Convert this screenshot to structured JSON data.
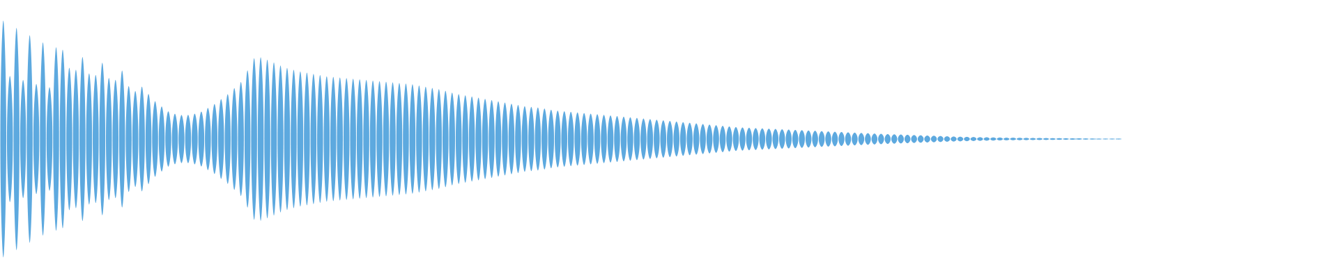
{
  "waveform": {
    "color": "#5DA9DF",
    "background": "#FFFFFF",
    "center_line": 0.5,
    "sample_envelope": [
      0.92,
      0.86,
      0.8,
      0.74,
      0.7,
      0.66,
      0.62,
      0.59,
      0.56,
      0.5,
      0.4,
      0.28,
      0.2,
      0.18,
      0.2,
      0.26,
      0.34,
      0.44,
      0.64,
      0.6,
      0.55,
      0.52,
      0.5,
      0.48,
      0.47,
      0.46,
      0.45,
      0.44,
      0.43,
      0.42,
      0.4,
      0.38,
      0.35,
      0.33,
      0.31,
      0.29,
      0.27,
      0.25,
      0.24,
      0.22,
      0.21,
      0.2,
      0.19,
      0.18,
      0.17,
      0.16,
      0.15,
      0.14,
      0.13,
      0.12,
      0.11,
      0.1,
      0.09,
      0.085,
      0.08,
      0.075,
      0.07,
      0.065,
      0.06,
      0.055,
      0.05,
      0.045,
      0.04,
      0.036,
      0.032,
      0.028,
      0.024,
      0.02,
      0.017,
      0.014,
      0.012,
      0.01,
      0.009,
      0.008,
      0.007,
      0.006,
      0.005,
      0.004,
      0.003,
      0.002
    ],
    "tail_marks": [
      0.835,
      0.818,
      0.804,
      0.772
    ]
  }
}
